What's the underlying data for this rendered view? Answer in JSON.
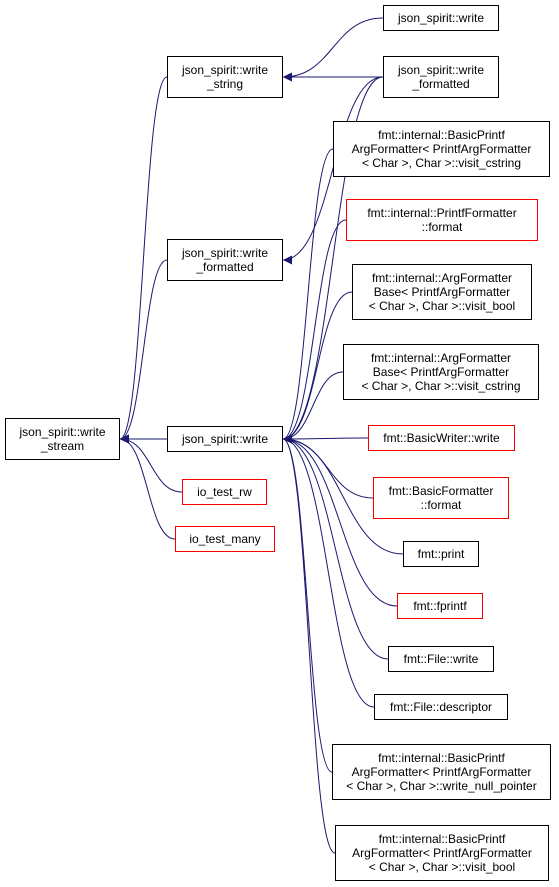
{
  "colors": {
    "edge": "#191970",
    "border": "#000000",
    "incomplete_border": "#ff0000",
    "root_fill": "#bfbfbf",
    "fill": "#ffffff"
  },
  "nodes": {
    "write_stream": {
      "lines": [
        "json_spirit::write",
        "_stream"
      ],
      "style": "root"
    },
    "write_string": {
      "lines": [
        "json_spirit::write",
        "_string"
      ],
      "style": "normal"
    },
    "write_formatted_mid": {
      "lines": [
        "json_spirit::write",
        "_formatted"
      ],
      "style": "normal"
    },
    "write_mid": {
      "lines": [
        "json_spirit::write"
      ],
      "style": "normal"
    },
    "io_test_rw": {
      "lines": [
        "io_test_rw"
      ],
      "style": "red"
    },
    "io_test_many": {
      "lines": [
        "io_test_many"
      ],
      "style": "red"
    },
    "write_top": {
      "lines": [
        "json_spirit::write"
      ],
      "style": "normal"
    },
    "write_formatted_top": {
      "lines": [
        "json_spirit::write",
        "_formatted"
      ],
      "style": "normal"
    },
    "bp_visit_cstring": {
      "lines": [
        "fmt::internal::BasicPrintf",
        "ArgFormatter< PrintfArgFormatter",
        "< Char >, Char >::visit_cstring"
      ],
      "style": "normal"
    },
    "printf_formatter_format": {
      "lines": [
        "fmt::internal::PrintfFormatter",
        "::format"
      ],
      "style": "red"
    },
    "afb_visit_bool": {
      "lines": [
        "fmt::internal::ArgFormatter",
        "Base< PrintfArgFormatter",
        "< Char >, Char >::visit_bool"
      ],
      "style": "normal"
    },
    "afb_visit_cstring": {
      "lines": [
        "fmt::internal::ArgFormatter",
        "Base< PrintfArgFormatter",
        "< Char >, Char >::visit_cstring"
      ],
      "style": "normal"
    },
    "basic_writer_write": {
      "lines": [
        "fmt::BasicWriter::write"
      ],
      "style": "red"
    },
    "basic_formatter_format": {
      "lines": [
        "fmt::BasicFormatter",
        "::format"
      ],
      "style": "red"
    },
    "fmt_print": {
      "lines": [
        "fmt::print"
      ],
      "style": "normal"
    },
    "fmt_fprintf": {
      "lines": [
        "fmt::fprintf"
      ],
      "style": "red"
    },
    "file_write": {
      "lines": [
        "fmt::File::write"
      ],
      "style": "normal"
    },
    "file_descriptor": {
      "lines": [
        "fmt::File::descriptor"
      ],
      "style": "normal"
    },
    "bp_write_null_pointer": {
      "lines": [
        "fmt::internal::BasicPrintf",
        "ArgFormatter< PrintfArgFormatter",
        "< Char >, Char >::write_null_pointer"
      ],
      "style": "normal"
    },
    "bp_visit_bool": {
      "lines": [
        "fmt::internal::BasicPrintf",
        "ArgFormatter< PrintfArgFormatter",
        "< Char >, Char >::visit_bool"
      ],
      "style": "normal"
    }
  },
  "edges": [
    {
      "from": "write_string",
      "to": "write_stream"
    },
    {
      "from": "write_formatted_mid",
      "to": "write_stream"
    },
    {
      "from": "write_mid",
      "to": "write_stream"
    },
    {
      "from": "io_test_rw",
      "to": "write_stream"
    },
    {
      "from": "io_test_many",
      "to": "write_stream"
    },
    {
      "from": "write_top",
      "to": "write_string"
    },
    {
      "from": "write_formatted_top",
      "to": "write_string"
    },
    {
      "from": "write_formatted_top",
      "to": "write_formatted_mid"
    },
    {
      "from": "write_formatted_top",
      "to": "write_mid"
    },
    {
      "from": "bp_visit_cstring",
      "to": "write_mid"
    },
    {
      "from": "printf_formatter_format",
      "to": "write_mid"
    },
    {
      "from": "afb_visit_bool",
      "to": "write_mid"
    },
    {
      "from": "afb_visit_cstring",
      "to": "write_mid"
    },
    {
      "from": "basic_writer_write",
      "to": "write_mid"
    },
    {
      "from": "basic_formatter_format",
      "to": "write_mid"
    },
    {
      "from": "fmt_print",
      "to": "write_mid"
    },
    {
      "from": "fmt_fprintf",
      "to": "write_mid"
    },
    {
      "from": "file_write",
      "to": "write_mid"
    },
    {
      "from": "file_descriptor",
      "to": "write_mid"
    },
    {
      "from": "bp_write_null_pointer",
      "to": "write_mid"
    },
    {
      "from": "bp_visit_bool",
      "to": "write_mid"
    }
  ]
}
